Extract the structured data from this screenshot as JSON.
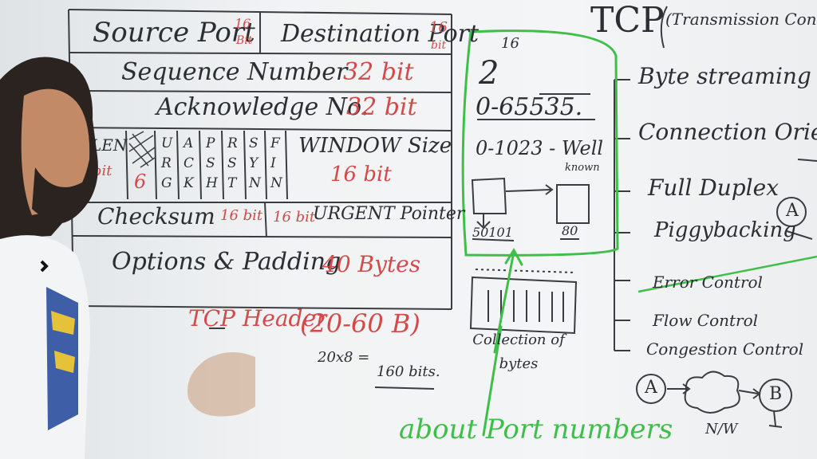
{
  "tcp_header_table": {
    "row1": {
      "source_port": "Source Port",
      "source_bits": "16",
      "source_bit_unit": "Bit",
      "destination_port": "Destination Port",
      "destination_bits": "16",
      "destination_bit_unit": "bit"
    },
    "sequence_number": "Sequence Number",
    "sequence_bits": "32 bit",
    "acknowledge_no": "Acknowledge No.",
    "acknowledge_bits": "32 bit",
    "hlen_label": "LEN",
    "hlen_bits": "bit",
    "reserved_bits": "6",
    "flags": [
      "U R G",
      "A C K",
      "P S H",
      "R S T",
      "S Y N",
      "F I N"
    ],
    "window_size": "WINDOW Size",
    "window_bits": "16 bit",
    "checksum": "Checksum",
    "checksum_bits": "16 bit",
    "urgent_bits": "16 bit",
    "urgent_pointer": "URGENT Pointer",
    "options_padding": "Options & Padding",
    "options_size": "40 Bytes",
    "caption": "TCP Header",
    "caption_range": "(20-60 B)",
    "calc": "20x8 =",
    "calc_result": "160 bits."
  },
  "port_box": {
    "power_base": "2",
    "power_exp": "16",
    "range_full": "0-65535.",
    "range_well_known": "0-1023 - Well",
    "well_known_note": "known",
    "port_a": "50101",
    "port_b": "80"
  },
  "collection_of_bytes": "Collection of bytes",
  "tcp_title": "TCP",
  "tcp_title_paren": "(Transmission Con",
  "features": [
    "Byte streaming",
    "Connection Oriente",
    "Full Duplex",
    "Piggybacking",
    "Error Control",
    "Flow Control",
    "Congestion Control"
  ],
  "node_a": "A",
  "node_b": "B",
  "network_label": "N/W",
  "annotation": "about Port numbers",
  "colors": {
    "red_ink": "#d24a4a",
    "green_marker": "#3fbf4a",
    "black_ink": "#2b2f33"
  }
}
